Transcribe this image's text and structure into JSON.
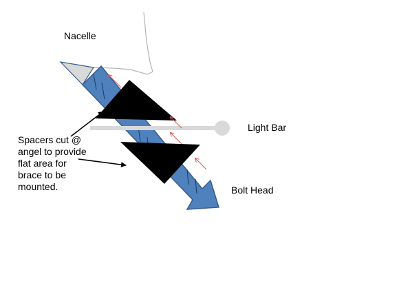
{
  "labels": {
    "nacelle": "Nacelle",
    "light_bar": "Light Bar",
    "bolt_head": "Bolt Head",
    "spacers": [
      "Spacers cut @",
      "angel to provide",
      "flat area for",
      "brace to be",
      "mounted."
    ]
  },
  "colors": {
    "bolt_fill": "#4f81bd",
    "bolt_stroke": "#385d8a",
    "spacer": "#000000",
    "light_bar": "#d9d9d9",
    "bolt_tip": "#d9d9d9",
    "nacelle_outline": "#b4b4b4",
    "force_arrow": "#e05050"
  }
}
